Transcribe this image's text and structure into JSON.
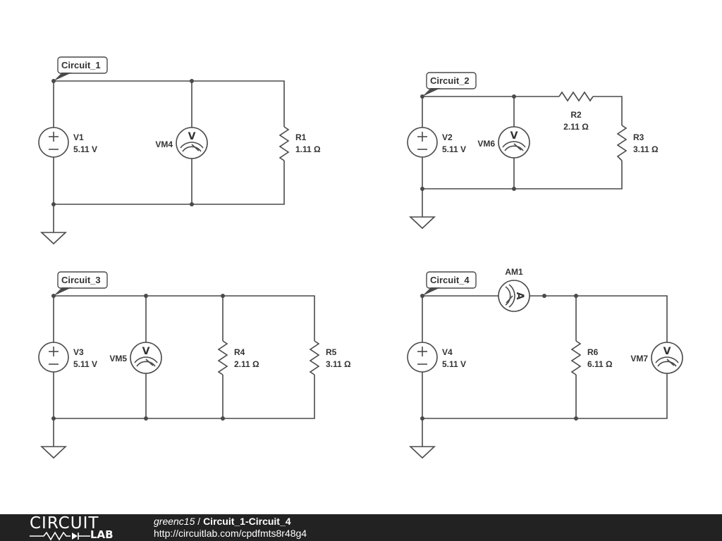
{
  "circuits": [
    {
      "name": "Circuit_1",
      "components": [
        {
          "id": "V1",
          "type": "voltage-source",
          "value": "5.11 V"
        },
        {
          "id": "VM4",
          "type": "voltmeter",
          "glyph": "V"
        },
        {
          "id": "R1",
          "type": "resistor",
          "value": "1.11 Ω"
        }
      ]
    },
    {
      "name": "Circuit_2",
      "components": [
        {
          "id": "V2",
          "type": "voltage-source",
          "value": "5.11 V"
        },
        {
          "id": "VM6",
          "type": "voltmeter",
          "glyph": "V"
        },
        {
          "id": "R2",
          "type": "resistor",
          "value": "2.11 Ω"
        },
        {
          "id": "R3",
          "type": "resistor",
          "value": "3.11 Ω"
        }
      ]
    },
    {
      "name": "Circuit_3",
      "components": [
        {
          "id": "V3",
          "type": "voltage-source",
          "value": "5.11 V"
        },
        {
          "id": "VM5",
          "type": "voltmeter",
          "glyph": "V"
        },
        {
          "id": "R4",
          "type": "resistor",
          "value": "2.11 Ω"
        },
        {
          "id": "R5",
          "type": "resistor",
          "value": "3.11 Ω"
        }
      ]
    },
    {
      "name": "Circuit_4",
      "components": [
        {
          "id": "V4",
          "type": "voltage-source",
          "value": "5.11 V"
        },
        {
          "id": "AM1",
          "type": "ammeter",
          "glyph": "A"
        },
        {
          "id": "R6",
          "type": "resistor",
          "value": "6.11 Ω"
        },
        {
          "id": "VM7",
          "type": "voltmeter",
          "glyph": "V"
        }
      ]
    }
  ],
  "footer": {
    "logo_top": "CIRCUIT",
    "logo_bottom": "LAB",
    "user": "greenc15",
    "separator": " / ",
    "title": "Circuit_1-Circuit_4",
    "url": "http://circuitlab.com/cpdfmts8r48g4"
  },
  "colors": {
    "wire": "#4a4a4a",
    "footer_bg": "#222222",
    "text": "#333333"
  }
}
